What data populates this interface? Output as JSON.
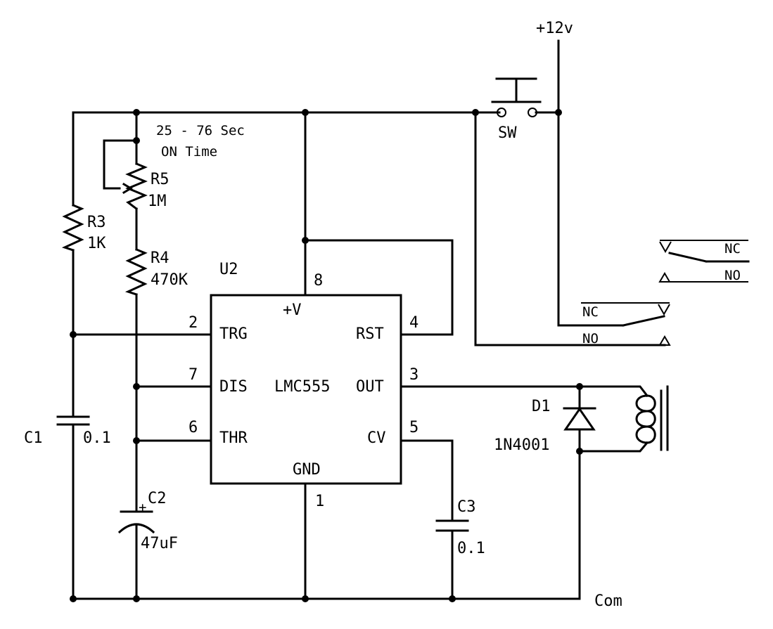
{
  "supply": {
    "label": "+12v"
  },
  "switch": {
    "label": "SW"
  },
  "timing_note": {
    "line1": "25 - 76 Sec",
    "line2": "ON Time"
  },
  "components": {
    "r3": {
      "ref": "R3",
      "value": "1K"
    },
    "r4": {
      "ref": "R4",
      "value": "470K"
    },
    "r5": {
      "ref": "R5",
      "value": "1M"
    },
    "c1": {
      "ref": "C1",
      "value": "0.1"
    },
    "c2": {
      "ref": "C2",
      "value": "47uF",
      "polarity": "+"
    },
    "c3": {
      "ref": "C3",
      "value": "0.1"
    },
    "d1": {
      "ref": "D1",
      "value": "1N4001"
    },
    "u2": {
      "ref": "U2",
      "part": "LMC555"
    }
  },
  "ic_pins": {
    "vplus": {
      "name": "+V",
      "number": "8"
    },
    "trg": {
      "name": "TRG",
      "number": "2"
    },
    "dis": {
      "name": "DIS",
      "number": "7"
    },
    "thr": {
      "name": "THR",
      "number": "6"
    },
    "rst": {
      "name": "RST",
      "number": "4"
    },
    "out": {
      "name": "OUT",
      "number": "3"
    },
    "cv": {
      "name": "CV",
      "number": "5"
    },
    "gnd": {
      "name": "GND",
      "number": "1"
    }
  },
  "relay": {
    "contact_a": {
      "nc": "NC",
      "no": "NO"
    },
    "contact_b": {
      "nc": "NC",
      "no": "NO"
    }
  },
  "ground": {
    "label": "Com"
  }
}
